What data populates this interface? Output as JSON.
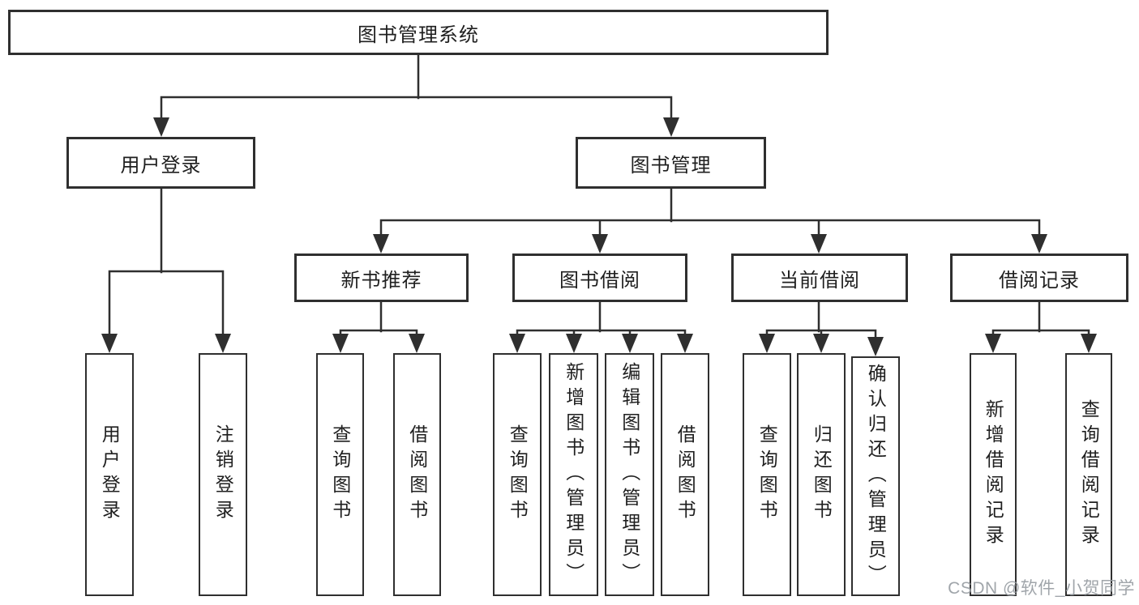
{
  "diagram_type": "hierarchy-tree",
  "tree": {
    "root": "图书管理系统",
    "branches": [
      {
        "label": "用户登录",
        "children": [
          "用户登录",
          "注销登录"
        ]
      },
      {
        "label": "图书管理",
        "groups": [
          {
            "label": "新书推荐",
            "children": [
              "查询图书",
              "借阅图书"
            ]
          },
          {
            "label": "图书借阅",
            "children": [
              "查询图书",
              "新增图书（管理员）",
              "编辑图书（管理员）",
              "借阅图书"
            ]
          },
          {
            "label": "当前借阅",
            "children": [
              "查询图书",
              "归还图书",
              "确认归还（管理员）"
            ]
          },
          {
            "label": "借阅记录",
            "children": [
              "新增借阅记录",
              "查询借阅记录"
            ]
          }
        ]
      }
    ]
  },
  "watermark": "CSDN @软件_小贺同学",
  "colors": {
    "background": "#ffffff",
    "box_fill": "#ffffff",
    "box_border": "#2f2f2f",
    "line": "#2f2f2f",
    "text": "#1f1f1f",
    "watermark": "#989da3"
  }
}
